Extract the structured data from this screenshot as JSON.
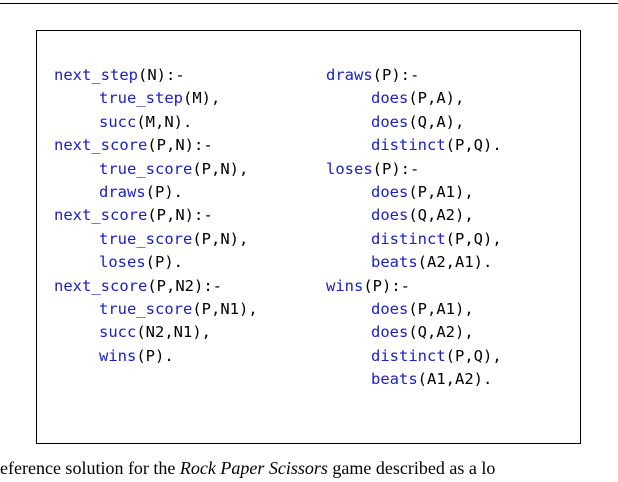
{
  "code": {
    "left": [
      {
        "indent": false,
        "pred": "next_step",
        "args": "(N)",
        "tail": ":-"
      },
      {
        "indent": true,
        "pred": "true_step",
        "args": "(M)",
        "tail": ","
      },
      {
        "indent": true,
        "pred": "succ",
        "args": "(M,N)",
        "tail": "."
      },
      {
        "indent": false,
        "pred": "next_score",
        "args": "(P,N)",
        "tail": ":-"
      },
      {
        "indent": true,
        "pred": "true_score",
        "args": "(P,N)",
        "tail": ","
      },
      {
        "indent": true,
        "pred": "draws",
        "args": "(P)",
        "tail": "."
      },
      {
        "indent": false,
        "pred": "next_score",
        "args": "(P,N)",
        "tail": ":-"
      },
      {
        "indent": true,
        "pred": "true_score",
        "args": "(P,N)",
        "tail": ","
      },
      {
        "indent": true,
        "pred": "loses",
        "args": "(P)",
        "tail": "."
      },
      {
        "indent": false,
        "pred": "next_score",
        "args": "(P,N2)",
        "tail": ":-"
      },
      {
        "indent": true,
        "pred": "true_score",
        "args": "(P,N1)",
        "tail": ","
      },
      {
        "indent": true,
        "pred": "succ",
        "args": "(N2,N1)",
        "tail": ","
      },
      {
        "indent": true,
        "pred": "wins",
        "args": "(P)",
        "tail": "."
      }
    ],
    "right": [
      {
        "indent": false,
        "pred": "draws",
        "args": "(P)",
        "tail": ":-"
      },
      {
        "indent": true,
        "pred": "does",
        "args": "(P,A)",
        "tail": ","
      },
      {
        "indent": true,
        "pred": "does",
        "args": "(Q,A)",
        "tail": ","
      },
      {
        "indent": true,
        "pred": "distinct",
        "args": "(P,Q)",
        "tail": "."
      },
      {
        "indent": false,
        "pred": "loses",
        "args": "(P)",
        "tail": ":-"
      },
      {
        "indent": true,
        "pred": "does",
        "args": "(P,A1)",
        "tail": ","
      },
      {
        "indent": true,
        "pred": "does",
        "args": "(Q,A2)",
        "tail": ","
      },
      {
        "indent": true,
        "pred": "distinct",
        "args": "(P,Q)",
        "tail": ","
      },
      {
        "indent": true,
        "pred": "beats",
        "args": "(A2,A1)",
        "tail": "."
      },
      {
        "indent": false,
        "pred": "wins",
        "args": "(P)",
        "tail": ":-"
      },
      {
        "indent": true,
        "pred": "does",
        "args": "(P,A1)",
        "tail": ","
      },
      {
        "indent": true,
        "pred": "does",
        "args": "(Q,A2)",
        "tail": ","
      },
      {
        "indent": true,
        "pred": "distinct",
        "args": "(P,Q)",
        "tail": ","
      },
      {
        "indent": true,
        "pred": "beats",
        "args": "(A1,A2)",
        "tail": "."
      }
    ]
  },
  "caption": {
    "prefix": "eference solution for the ",
    "italic": "Rock Paper Scissors",
    "suffix": " game described as a lo"
  },
  "colors": {
    "predicate": "#1a20c8",
    "punctuation": "#000000"
  }
}
